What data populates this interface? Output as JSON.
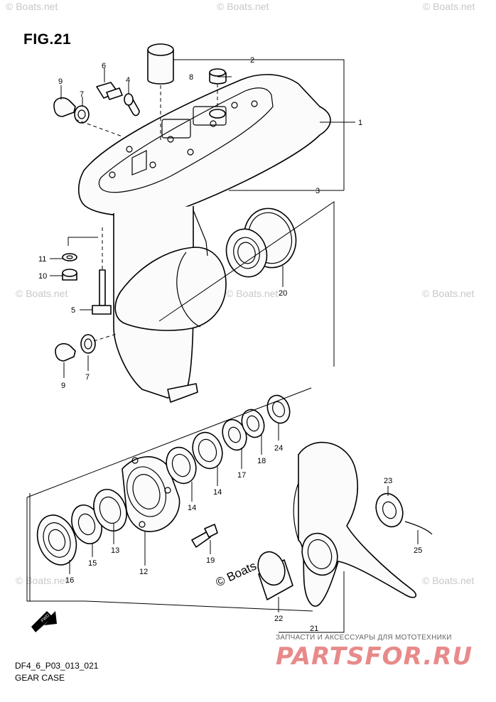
{
  "figure": {
    "title": "FIG.21",
    "code": "DF4_6_P03_013_021",
    "caption": "GEAR CASE"
  },
  "watermark": {
    "text": "© Boats.net",
    "center_text": "© Boats.net"
  },
  "branding": {
    "subtitle": "ЗАПЧАСТИ И АКСЕССУАРЫ ДЛЯ МОТОТЕХНИКИ",
    "name": "PARTSFOR.RU"
  },
  "fwd_label": "FWD",
  "callouts": {
    "c1": "1",
    "c2": "2",
    "c3": "3",
    "c4": "4",
    "c5": "5",
    "c6": "6",
    "c7a": "7",
    "c7b": "7",
    "c8": "8",
    "c9a": "9",
    "c9b": "9",
    "c10": "10",
    "c11": "11",
    "c12": "12",
    "c13": "13",
    "c14a": "14",
    "c14b": "14",
    "c15": "15",
    "c16": "16",
    "c17": "17",
    "c18": "18",
    "c19": "19",
    "c20": "20",
    "c21": "21",
    "c22": "22",
    "c23": "23",
    "c24": "24",
    "c25": "25"
  }
}
